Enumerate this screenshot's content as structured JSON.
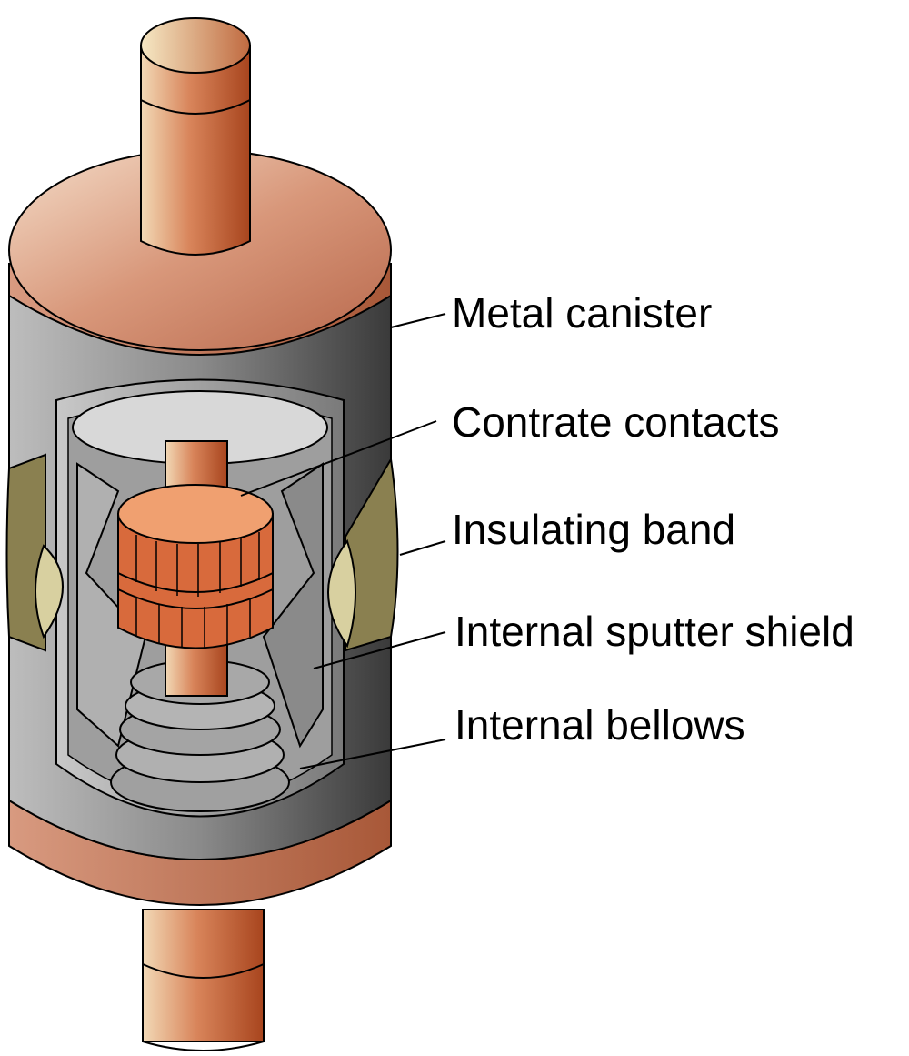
{
  "labels": {
    "metal_canister": "Metal canister",
    "contrate_contacts": "Contrate contacts",
    "insulating_band": "Insulating band",
    "internal_sputter_shield": "Internal sputter shield",
    "internal_bellows": "Internal bellows"
  },
  "colors": {
    "copper": "#c8643c",
    "copper_light": "#f0d8b0",
    "copper_dark": "#a8451e",
    "rim": "#c87a62",
    "canister_light": "#c0c0c0",
    "canister_dark": "#404040",
    "interior": "#a8a8a8",
    "band": "#8a8050",
    "band_light": "#d8d0a0",
    "contact": "#e07850",
    "contact_top": "#f0a070"
  }
}
